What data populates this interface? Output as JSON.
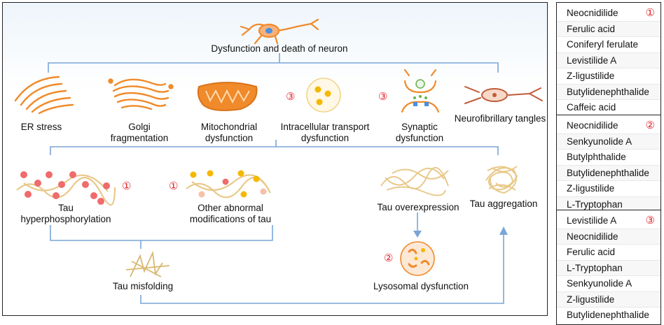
{
  "diagram": {
    "top": {
      "label": "Dysfunction and death of neuron"
    },
    "row1": [
      {
        "label": "ER stress",
        "mark": ""
      },
      {
        "label": "Golgi\nfragmentation",
        "mark": ""
      },
      {
        "label": "Mitochondrial\ndysfunction",
        "mark": ""
      },
      {
        "label": "Intracellular transport\ndysfunction",
        "mark": "③"
      },
      {
        "label": "Synaptic\ndysfunction",
        "mark": "③"
      },
      {
        "label": "Neurofibrillary tangles",
        "mark": ""
      }
    ],
    "row2": [
      {
        "label": "Tau\nhyperphosphorylation",
        "mark": "①"
      },
      {
        "label": "Other abnormal\nmodifications of tau",
        "mark": "①"
      },
      {
        "label": "Tau  overexpression",
        "mark": ""
      },
      {
        "label": "Tau  aggregation",
        "mark": ""
      }
    ],
    "row3": [
      {
        "label": "Tau  misfolding",
        "mark": ""
      },
      {
        "label": "Lysosomal dysfunction",
        "mark": "②"
      }
    ]
  },
  "compound_boxes": [
    {
      "mark": "①",
      "items": [
        "Neocnidilide",
        "Ferulic acid",
        "Coniferyl ferulate",
        "Levistilide A",
        "Z-ligustilide",
        "Butylidenephthalide",
        "Caffeic acid"
      ]
    },
    {
      "mark": "②",
      "items": [
        "Neocnidilide",
        "Senkyunolide A",
        "Butylphthalide",
        "Butylidenephthalide",
        "Z-ligustilide",
        "L-Tryptophan"
      ]
    },
    {
      "mark": "③",
      "items": [
        "Levistilide A",
        "Neocnidilide",
        "Ferulic acid",
        "L-Tryptophan",
        "Senkyunolide A",
        "Z-ligustilide",
        "Butylidenephthalide"
      ]
    }
  ],
  "colors": {
    "connector": "#7aa6d6",
    "organelle": "#f08a2a",
    "tau_fiber": "#e8c98a",
    "phospho": "#f06b6b",
    "mark": "#e0202a"
  }
}
